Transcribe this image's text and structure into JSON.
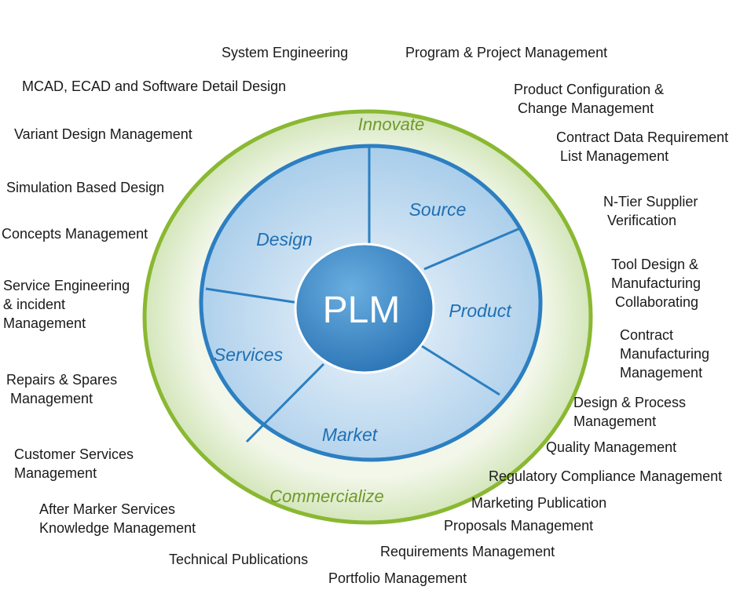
{
  "hub": {
    "label": "PLM"
  },
  "outer_ring": {
    "top_label": "Innovate",
    "bottom_label": "Commercialize"
  },
  "segments": [
    "Design",
    "Source",
    "Product",
    "Market",
    "Services"
  ],
  "labels": {
    "system_engineering": "System Engineering",
    "program_project_management": "Program & Project Management",
    "mcad_ecad": "MCAD, ECAD and Software Detail Design",
    "product_configuration": "Product Configuration &\n Change Management",
    "variant_design": "Variant Design Management",
    "contract_data_requirement": "Contract Data Requirement\n List Management",
    "simulation_based_design": "Simulation Based Design",
    "n_tier_supplier": "N-Tier Supplier\n Verification",
    "concepts_management": "Concepts Management",
    "tool_design": "Tool Design &\nManufacturing\n Collaborating",
    "service_engineering": "Service Engineering\n& incident\nManagement",
    "contract_manufacturing": "Contract\nManufacturing\nManagement",
    "repairs_spares": "Repairs & Spares\n Management",
    "design_process": "Design & Process\nManagement",
    "quality_management": "Quality Management",
    "customer_services": "Customer Services\nManagement",
    "regulatory_compliance": "Regulatory Compliance Management",
    "marketing_publication": "Marketing Publication",
    "after_market_services": "After Marker Services\nKnowledge Management",
    "proposals_management": "Proposals Management",
    "technical_publications": "Technical Publications",
    "requirements_management": "Requirements Management",
    "portfolio_management": "Portfolio Management"
  },
  "colors": {
    "outer_ring_fill": "#e2edd2",
    "outer_ring_stroke": "#8ab832",
    "ring_text": "#6f9a2a",
    "segment_fill": "#c4ddf1",
    "segment_stroke": "#2c7fc1",
    "segment_text": "#1f6fb3",
    "hub_fill": "#4b93cf",
    "hub_text": "#ffffff"
  }
}
